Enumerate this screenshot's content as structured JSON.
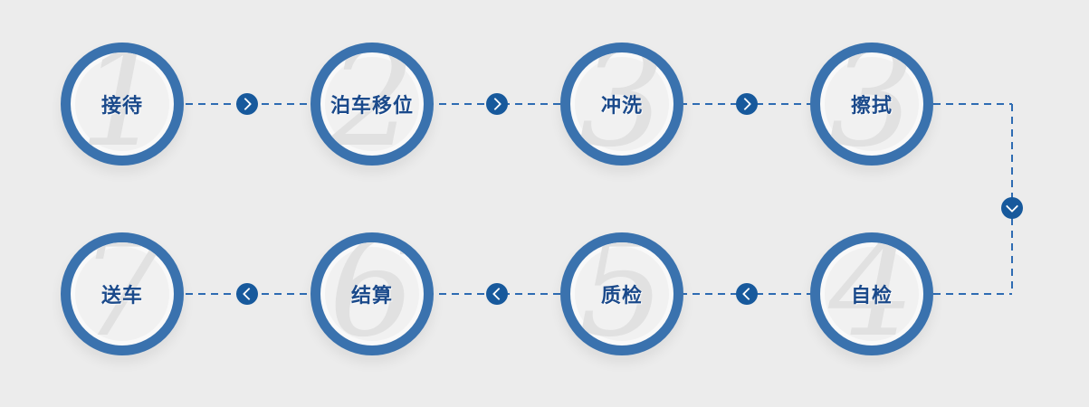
{
  "steps": [
    {
      "number": "1",
      "label": "接待"
    },
    {
      "number": "2",
      "label": "泊车移位"
    },
    {
      "number": "3",
      "label": "冲洗"
    },
    {
      "number": "3",
      "label": "擦拭"
    },
    {
      "number": "4",
      "label": "自检"
    },
    {
      "number": "5",
      "label": "质检"
    },
    {
      "number": "6",
      "label": "结算"
    },
    {
      "number": "7",
      "label": "送车"
    }
  ],
  "flow": {
    "row1_direction": "right",
    "row2_direction": "left",
    "corner_direction": "down",
    "icons": [
      "chevron-right-icon",
      "chevron-left-icon",
      "chevron-down-icon"
    ]
  },
  "colors": {
    "background": "#ececec",
    "circle_border": "#3a72ae",
    "circle_fill": "#f1f1f1",
    "ghost_number": "#e1e1e1",
    "label_text": "#1b4a8b",
    "dash_line": "#2e6cb3",
    "arrow_button": "#17599c"
  }
}
